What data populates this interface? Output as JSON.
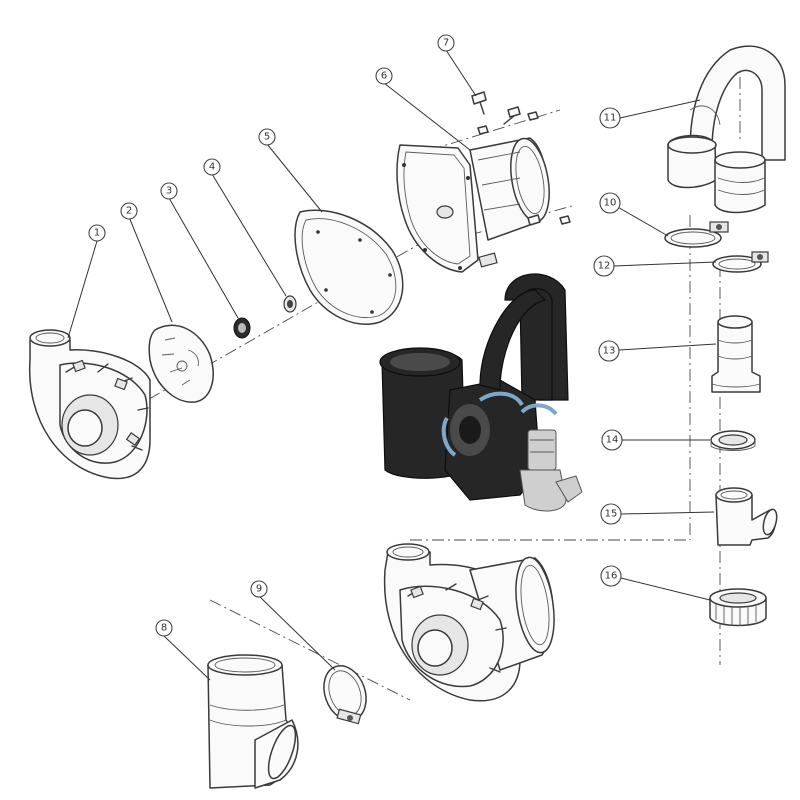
{
  "callouts": [
    {
      "id": "1",
      "label": "1"
    },
    {
      "id": "2",
      "label": "2"
    },
    {
      "id": "3",
      "label": "3"
    },
    {
      "id": "4",
      "label": "4"
    },
    {
      "id": "5",
      "label": "5"
    },
    {
      "id": "6",
      "label": "6"
    },
    {
      "id": "7",
      "label": "7"
    },
    {
      "id": "8",
      "label": "8"
    },
    {
      "id": "9",
      "label": "9"
    },
    {
      "id": "10",
      "label": "10"
    },
    {
      "id": "11",
      "label": "11"
    },
    {
      "id": "12",
      "label": "12"
    },
    {
      "id": "13",
      "label": "13"
    },
    {
      "id": "14",
      "label": "14"
    },
    {
      "id": "15",
      "label": "15"
    },
    {
      "id": "16",
      "label": "16"
    }
  ],
  "colors": {
    "line": "#3c3c3c",
    "photo_body": "#262626",
    "clamp_ring": "#7fa7c8"
  }
}
